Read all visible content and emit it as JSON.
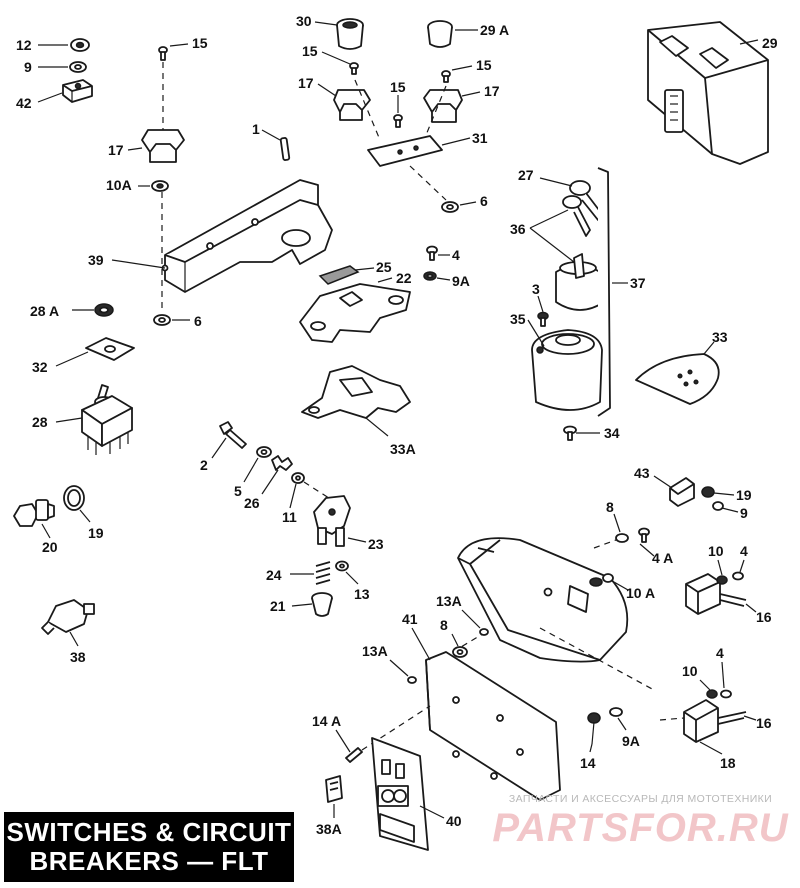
{
  "title": {
    "line1": "SWITCHES & CIRCUIT",
    "line2": "BREAKERS — FLT"
  },
  "watermark": {
    "caption": "ЗАПЧАСТИ И АКСЕССУАРЫ ДЛЯ МОТОТЕХНИКИ",
    "logo": "PARTSFOR.RU"
  },
  "callouts": {
    "c12": "12",
    "c9a": "9",
    "c42": "42",
    "c15a": "15",
    "c17a": "17",
    "c10a": "10A",
    "c1": "1",
    "c39": "39",
    "c28a": "28 A",
    "c6a": "6",
    "c32": "32",
    "c28": "28",
    "c30": "30",
    "c29a": "29 A",
    "c15b": "15",
    "c15c": "15",
    "c15d": "15",
    "c17b": "17",
    "c17c": "17",
    "c31": "31",
    "c6b": "6",
    "c4a": "4",
    "c9aa": "9A",
    "c25": "25",
    "c22": "22",
    "c33a": "33A",
    "c29": "29",
    "c27": "27",
    "c36": "36",
    "c37": "37",
    "c3": "3",
    "c35": "35",
    "c33": "33",
    "c34": "34",
    "c2": "2",
    "c5": "5",
    "c26": "26",
    "c11": "11",
    "c23": "23",
    "c24": "24",
    "c13": "13",
    "c21": "21",
    "c20": "20",
    "c19a": "19",
    "c38": "38",
    "c43": "43",
    "c19b": "19",
    "c9b": "9",
    "c8a": "8",
    "c4aa": "4 A",
    "c10aa": "10 A",
    "c10b": "10",
    "c4b": "4",
    "c16a": "16",
    "c13aa": "13A",
    "c41": "41",
    "c8b": "8",
    "c13ab": "13A",
    "c10c": "10",
    "c4c": "4",
    "c16b": "16",
    "c18": "18",
    "c14a": "14 A",
    "c14": "14",
    "c9ab": "9A",
    "c38a": "38A",
    "c40": "40"
  }
}
